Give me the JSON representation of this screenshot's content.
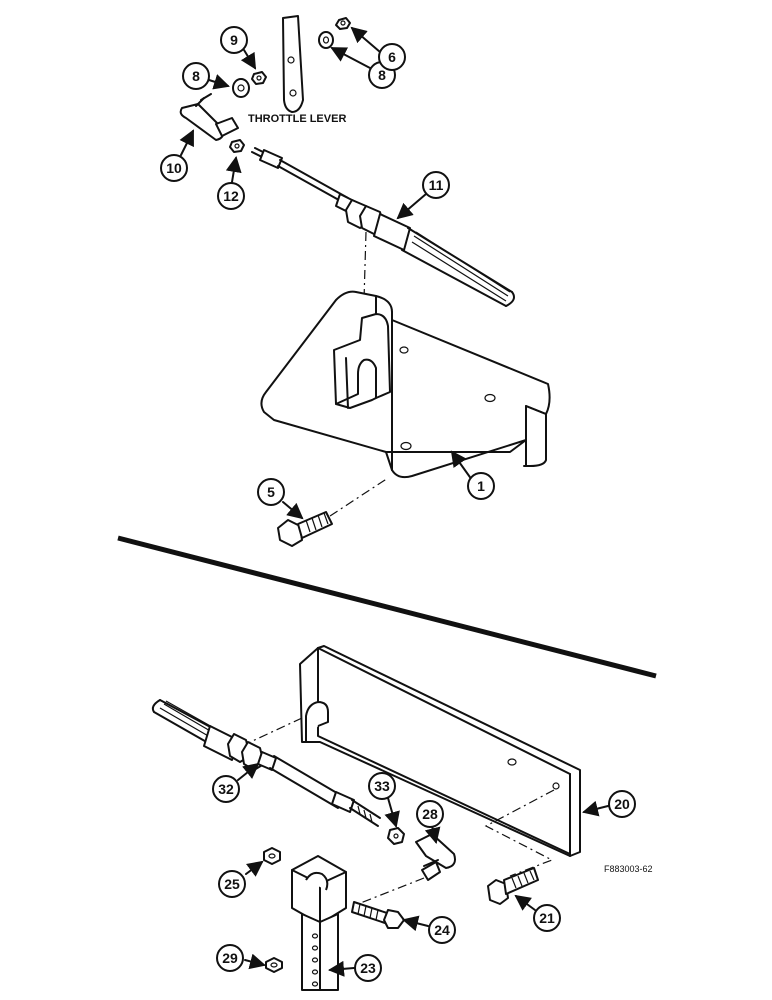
{
  "labels": {
    "throttle_lever": "THROTTLE LEVER",
    "figure_code": "F883003-62"
  },
  "callouts": {
    "c9": "9",
    "c8a": "8",
    "c8b": "8",
    "c6": "6",
    "c10": "10",
    "c12": "12",
    "c11": "11",
    "c1": "1",
    "c5": "5",
    "c32": "32",
    "c33": "33",
    "c28": "28",
    "c20": "20",
    "c25": "25",
    "c24": "24",
    "c21": "21",
    "c29": "29",
    "c23": "23"
  }
}
